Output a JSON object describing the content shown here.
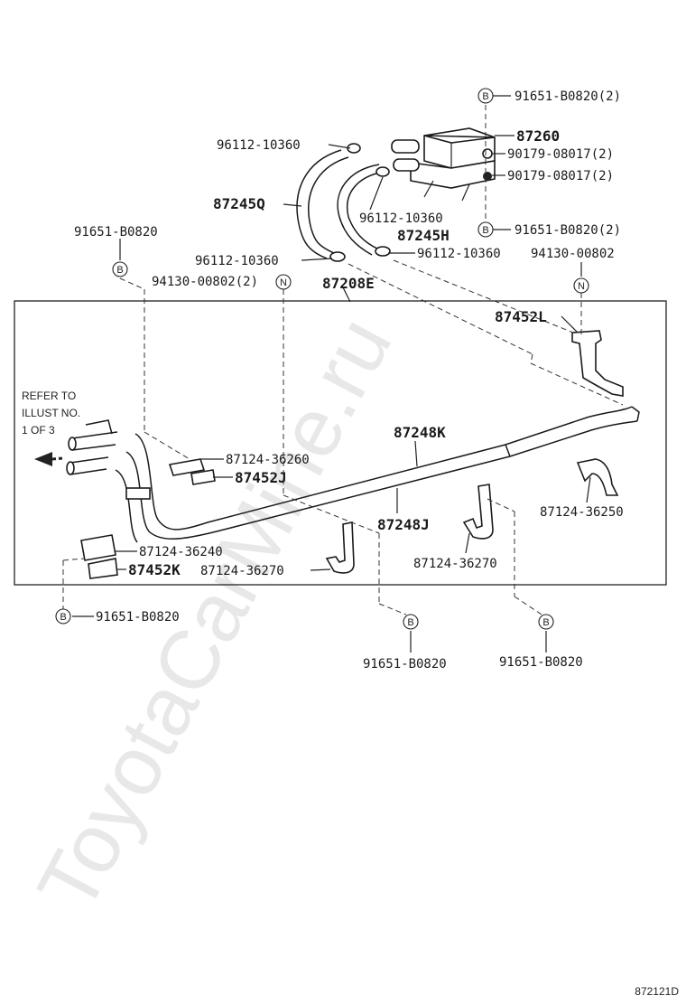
{
  "watermark": "ToyotaCarMine.ru",
  "illustration_code": "872121D",
  "refer_note": [
    "REFER TO",
    "ILLUST NO.",
    "1 OF 3"
  ],
  "callout_letters": {
    "b": "B",
    "n": "N"
  },
  "labels": {
    "p91651_b0820_2_top": "91651-B0820(2)",
    "p87260": "87260",
    "p96112_10360_a": "96112-10360",
    "p90179_08017_2_a": "90179-08017(2)",
    "p90179_08017_2_b": "90179-08017(2)",
    "p87245q": "87245Q",
    "p96112_10360_b": "96112-10360",
    "p87245h": "87245H",
    "p91651_b0820_left": "91651-B0820",
    "p91651_b0820_2_mid": "91651-B0820(2)",
    "p96112_10360_c": "96112-10360",
    "p96112_10360_d": "96112-10360",
    "p94130_00802_right": "94130-00802",
    "p94130_00802_2": "94130-00802(2)",
    "p87208e": "87208E",
    "p87452l": "87452L",
    "p87248k": "87248K",
    "p87124_36260": "87124-36260",
    "p87452j": "87452J",
    "p87248j": "87248J",
    "p87124_36250": "87124-36250",
    "p87124_36240": "87124-36240",
    "p87452k": "87452K",
    "p87124_36270_a": "87124-36270",
    "p87124_36270_b": "87124-36270",
    "p91651_b0820_bl": "91651-B0820",
    "p91651_b0820_bm": "91651-B0820",
    "p91651_b0820_br": "91651-B0820"
  }
}
